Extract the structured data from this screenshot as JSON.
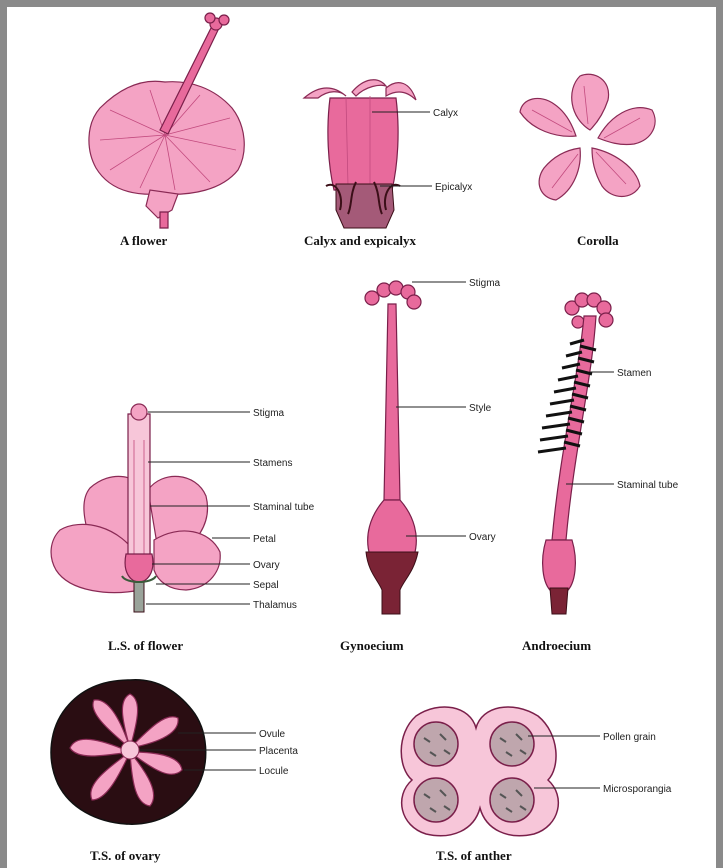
{
  "captions": {
    "flower": "A flower",
    "calyx": "Calyx and expicalyx",
    "corolla": "Corolla",
    "ls": "L.S. of flower",
    "gyno": "Gynoecium",
    "andro": "Androecium",
    "ovary_ts": "T.S. of ovary",
    "anther_ts": "T.S. of anther"
  },
  "labels": {
    "calyx": "Calyx",
    "epicalyx": "Epicalyx",
    "ls_stigma": "Stigma",
    "ls_stamens": "Stamens",
    "ls_staminal_tube": "Staminal tube",
    "ls_petal": "Petal",
    "ls_ovary": "Ovary",
    "ls_sepal": "Sepal",
    "ls_thalamus": "Thalamus",
    "g_stigma": "Stigma",
    "g_style": "Style",
    "g_ovary": "Ovary",
    "a_stamen": "Stamen",
    "a_staminal_tube": "Staminal tube",
    "ovule": "Ovule",
    "placenta": "Placenta",
    "locule": "Locule",
    "pollen": "Pollen grain",
    "micro": "Microsporangia"
  },
  "colors": {
    "petal": "#f4a3c4",
    "petal_dark": "#e86a9c",
    "stalk": "#7a2335",
    "frame": "#8a8a8a"
  }
}
